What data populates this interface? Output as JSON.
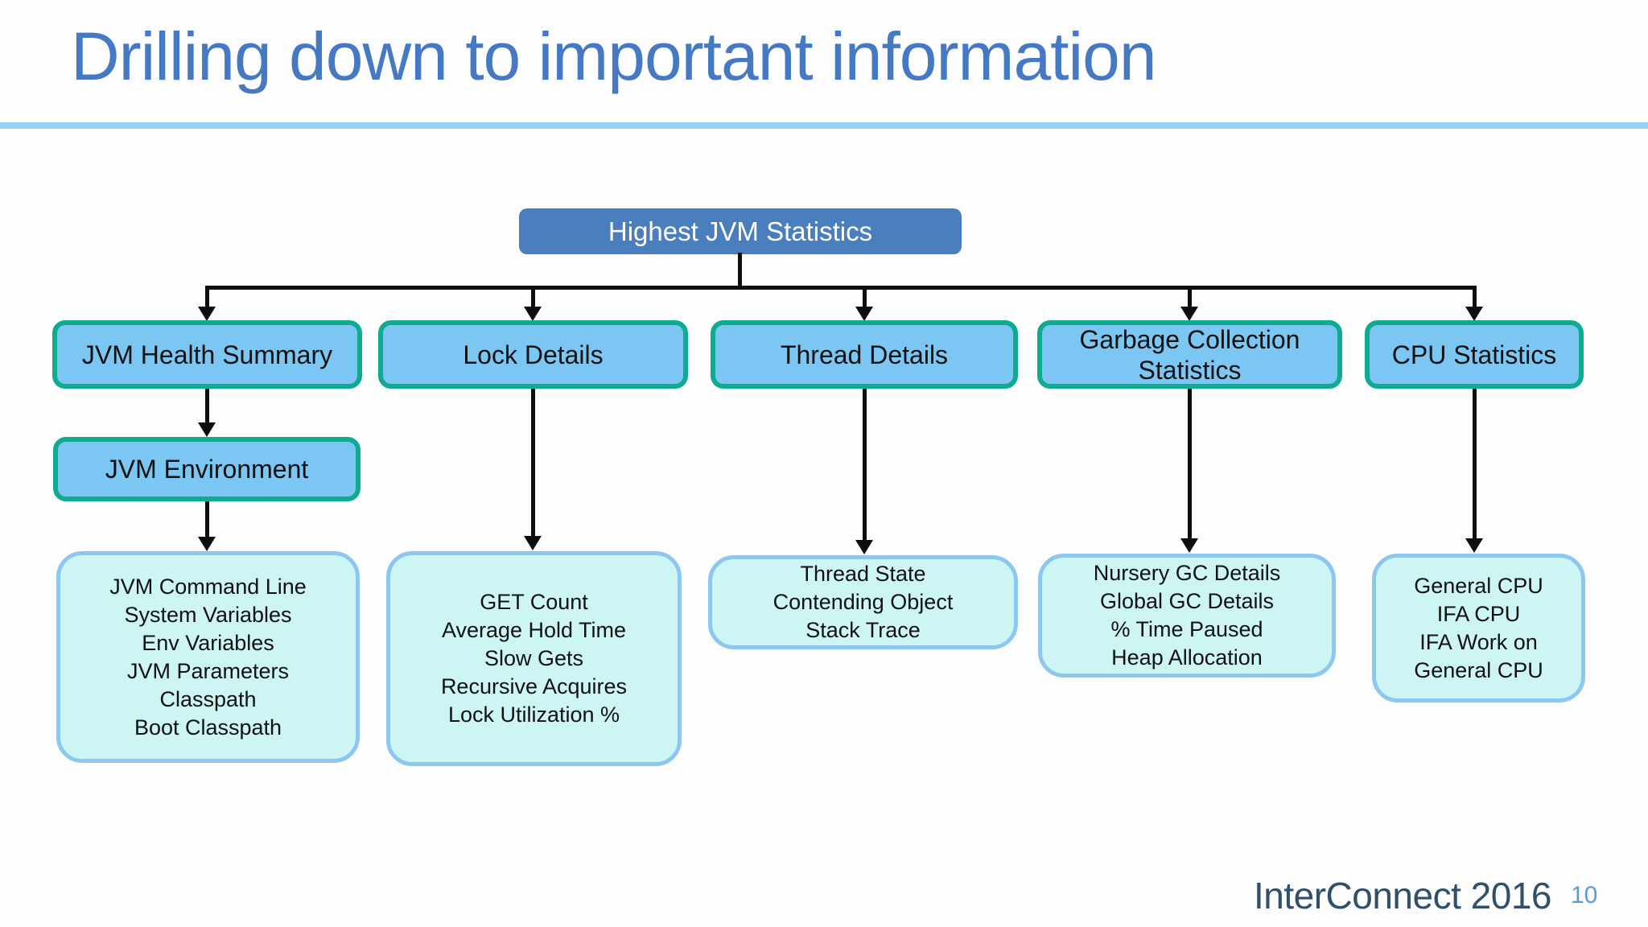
{
  "slide": {
    "title": "Drilling down to important information",
    "footer": {
      "brand": "InterConnect 2016",
      "page_number": "10"
    }
  },
  "colors": {
    "background": "#fdfdfd",
    "title_text": "#4579c4",
    "divider": "#96d2f2",
    "root_fill": "#4a7ebd",
    "root_text": "#ffffff",
    "branch_fill": "#7bc6f2",
    "branch_border": "#0fab91",
    "detail_fill": "#ccf5f3",
    "detail_border": "#8cc7f0",
    "connector": "#0d0d0d",
    "node_text": "#111111",
    "footer_brand": "#2f4f6a",
    "footer_page": "#5b9bd5"
  },
  "diagram": {
    "root": {
      "label": "Highest JVM Statistics"
    },
    "branches": [
      {
        "label": "JVM Health Summary",
        "child": {
          "label": "JVM Environment"
        },
        "details": [
          "JVM Command Line",
          "System Variables",
          "Env Variables",
          "JVM Parameters",
          "Classpath",
          "Boot Classpath"
        ]
      },
      {
        "label": "Lock Details",
        "details": [
          "GET Count",
          "Average Hold Time",
          "Slow Gets",
          "Recursive Acquires",
          "Lock Utilization %"
        ]
      },
      {
        "label": "Thread Details",
        "details": [
          "Thread State",
          "Contending Object",
          "Stack Trace"
        ]
      },
      {
        "label": "Garbage Collection Statistics",
        "details": [
          "Nursery GC Details",
          "Global GC Details",
          "% Time Paused",
          "Heap Allocation"
        ]
      },
      {
        "label": "CPU Statistics",
        "details": [
          "General CPU",
          "IFA CPU",
          "IFA Work on",
          "General CPU"
        ]
      }
    ]
  }
}
